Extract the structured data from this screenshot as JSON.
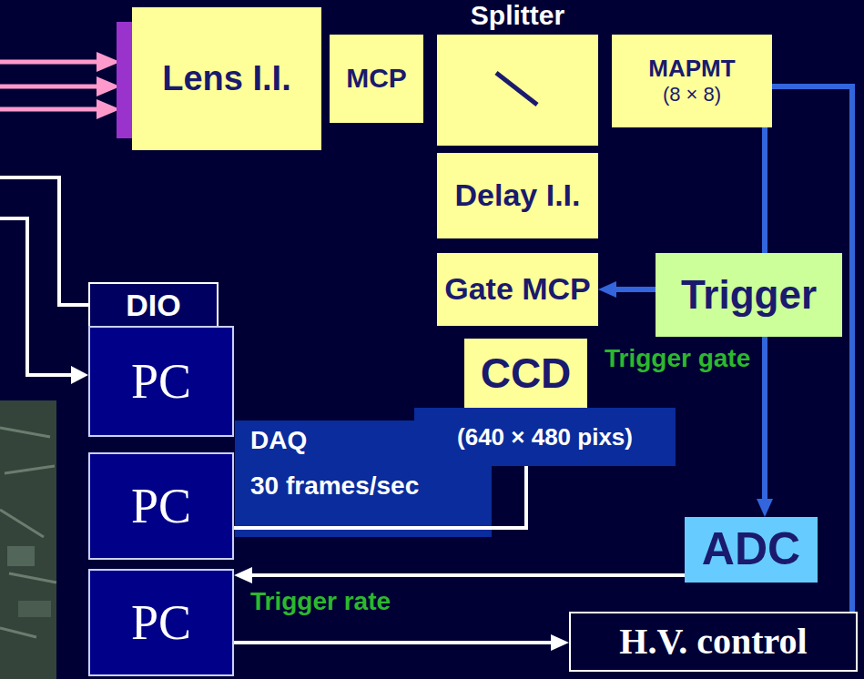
{
  "diagram": {
    "nodes": [
      {
        "text": [
          "Lens I.I."
        ]
      },
      {
        "text": [
          "MCP"
        ]
      },
      {
        "text": [
          "Splitter"
        ]
      },
      {
        "text": [
          "MAPMT",
          "(8 × 8)"
        ]
      },
      {
        "text": [
          "Delay I.I."
        ]
      },
      {
        "text": [
          "Gate MCP"
        ]
      },
      {
        "text": [
          "Trigger"
        ]
      },
      {
        "text": [
          "DIO"
        ]
      },
      {
        "text": [
          "PC"
        ]
      },
      {
        "text": [
          "CCD",
          "(640 × 480 pixs)"
        ]
      },
      {
        "text": [
          "PC"
        ]
      },
      {
        "text": [
          "ADC"
        ]
      },
      {
        "text": [
          "PC"
        ]
      },
      {
        "text": [
          "H.V. control"
        ]
      }
    ],
    "edges": [
      {
        "from": 6,
        "to": 5,
        "arrow": "to"
      },
      {
        "from": 3,
        "to": 11,
        "arrow": "to"
      },
      {
        "from": 9,
        "to": 10,
        "arrow": "none",
        "label": "DAQ"
      },
      {
        "from": 11,
        "to": 12,
        "arrow": "to",
        "label": "Trigger rate"
      },
      {
        "from": 12,
        "to": 13,
        "arrow": "to"
      },
      {
        "from": 13,
        "to": 3,
        "arrow": "none"
      }
    ],
    "labels": [
      "Trigger gate",
      "30 frames/sec"
    ]
  }
}
